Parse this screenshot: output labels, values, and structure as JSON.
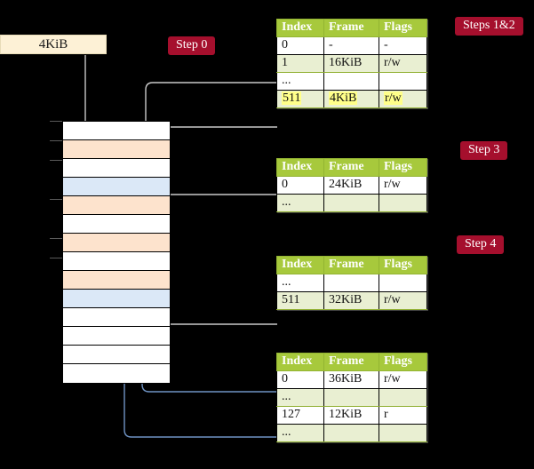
{
  "diagram": {
    "title_badges": [
      {
        "name": "steps-1-2",
        "label": "Steps 1&2"
      },
      {
        "name": "step-3",
        "label": "Step 3"
      },
      {
        "name": "step-4",
        "label": "Step 4"
      },
      {
        "name": "step-0",
        "label": "Step 0"
      }
    ],
    "source_box": {
      "label": "4KiB"
    },
    "accent_green": "#a7c93c",
    "accent_red": "#a50f2d",
    "highlight_yellow": "#ffff8a",
    "row_orange": "#fde3cd",
    "row_blue": "#dbe8f7",
    "source_cream": "#fdf1d6"
  },
  "tables": [
    {
      "name": "page-table-level-1",
      "columns": [
        "Index",
        "Frame",
        "Flags"
      ],
      "rows": [
        {
          "index": "0",
          "frame": "-",
          "flags": "-",
          "alt": false,
          "highlight": false
        },
        {
          "index": "1",
          "frame": "16KiB",
          "flags": "r/w",
          "alt": true,
          "highlight": false
        },
        {
          "index": "...",
          "frame": "",
          "flags": "",
          "alt": false,
          "highlight": false
        },
        {
          "index": "511",
          "frame": "4KiB",
          "flags": "r/w",
          "alt": true,
          "highlight": true
        }
      ]
    },
    {
      "name": "page-table-level-2",
      "columns": [
        "Index",
        "Frame",
        "Flags"
      ],
      "rows": [
        {
          "index": "0",
          "frame": "24KiB",
          "flags": "r/w",
          "alt": false,
          "highlight": false
        },
        {
          "index": "...",
          "frame": "",
          "flags": "",
          "alt": true,
          "highlight": false
        }
      ]
    },
    {
      "name": "page-table-level-3",
      "columns": [
        "Index",
        "Frame",
        "Flags"
      ],
      "rows": [
        {
          "index": "...",
          "frame": "",
          "flags": "",
          "alt": false,
          "highlight": false
        },
        {
          "index": "511",
          "frame": "32KiB",
          "flags": "r/w",
          "alt": true,
          "highlight": false
        }
      ]
    },
    {
      "name": "page-table-level-4",
      "columns": [
        "Index",
        "Frame",
        "Flags"
      ],
      "rows": [
        {
          "index": "0",
          "frame": "36KiB",
          "flags": "r/w",
          "alt": false,
          "highlight": false
        },
        {
          "index": "...",
          "frame": "",
          "flags": "",
          "alt": true,
          "highlight": false
        },
        {
          "index": "127",
          "frame": "12KiB",
          "flags": "r",
          "alt": false,
          "highlight": false
        },
        {
          "index": "...",
          "frame": "",
          "flags": "",
          "alt": true,
          "highlight": false
        }
      ]
    }
  ],
  "memory_column": {
    "name": "physical-memory-column",
    "rows": [
      {
        "fill": "white"
      },
      {
        "fill": "orange"
      },
      {
        "fill": "white"
      },
      {
        "fill": "blue"
      },
      {
        "fill": "orange"
      },
      {
        "fill": "white"
      },
      {
        "fill": "orange"
      },
      {
        "fill": "white"
      },
      {
        "fill": "orange"
      },
      {
        "fill": "blue"
      },
      {
        "fill": "white"
      },
      {
        "fill": "white"
      },
      {
        "fill": "white"
      },
      {
        "fill": "white"
      }
    ]
  }
}
